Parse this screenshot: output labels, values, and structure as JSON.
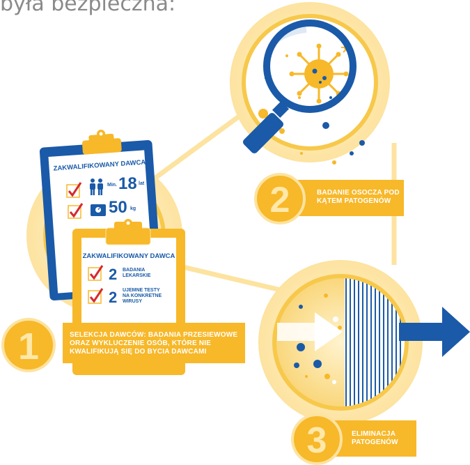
{
  "intro_text": "była bezpieczna:",
  "clipboard_back": {
    "title": "ZAKWALIFIKOWANY DAWCA",
    "age_min": "Min.",
    "age_value": "18",
    "age_unit": "lat",
    "weight_value": "50",
    "weight_unit": "kg"
  },
  "clipboard_front": {
    "title": "ZAKWALIFIKOWANY DAWCA",
    "row1_value": "2",
    "row1_label_line1": "BADANIA",
    "row1_label_line2": "LEKARSKIE",
    "row2_value": "2",
    "row2_label_line1": "UJEMNE TESTY",
    "row2_label_line2": "NA KONKRETNE",
    "row2_label_line3": "WIRUSY"
  },
  "steps": [
    {
      "number": "1",
      "line1": "SELEKCJA DAWCÓW: BADANIA PRZESIEWOWE",
      "line2": "ORAZ WYKLUCZENIE OSÓB, KTÓRE NIE",
      "line3": "KWALIFIKUJĄ SIĘ DO BYCIA DAWCAMI"
    },
    {
      "number": "2",
      "line1": "BADANIE OSOCZA POD",
      "line2": "KĄTEM PATOGENÓW"
    },
    {
      "number": "3",
      "line1": "ELIMINACJA",
      "line2": "PATOGENÓW"
    }
  ],
  "colors": {
    "yellow": "#f7b829",
    "pale_yellow": "#fde3a0",
    "blue": "#1a5aa8",
    "red": "#d7282f"
  },
  "icons": [
    "clipboard-icon",
    "checkmark-icon",
    "people-icon",
    "scale-icon",
    "magnifier-icon",
    "virus-icon",
    "filter-icon",
    "arrow-right-icon"
  ]
}
